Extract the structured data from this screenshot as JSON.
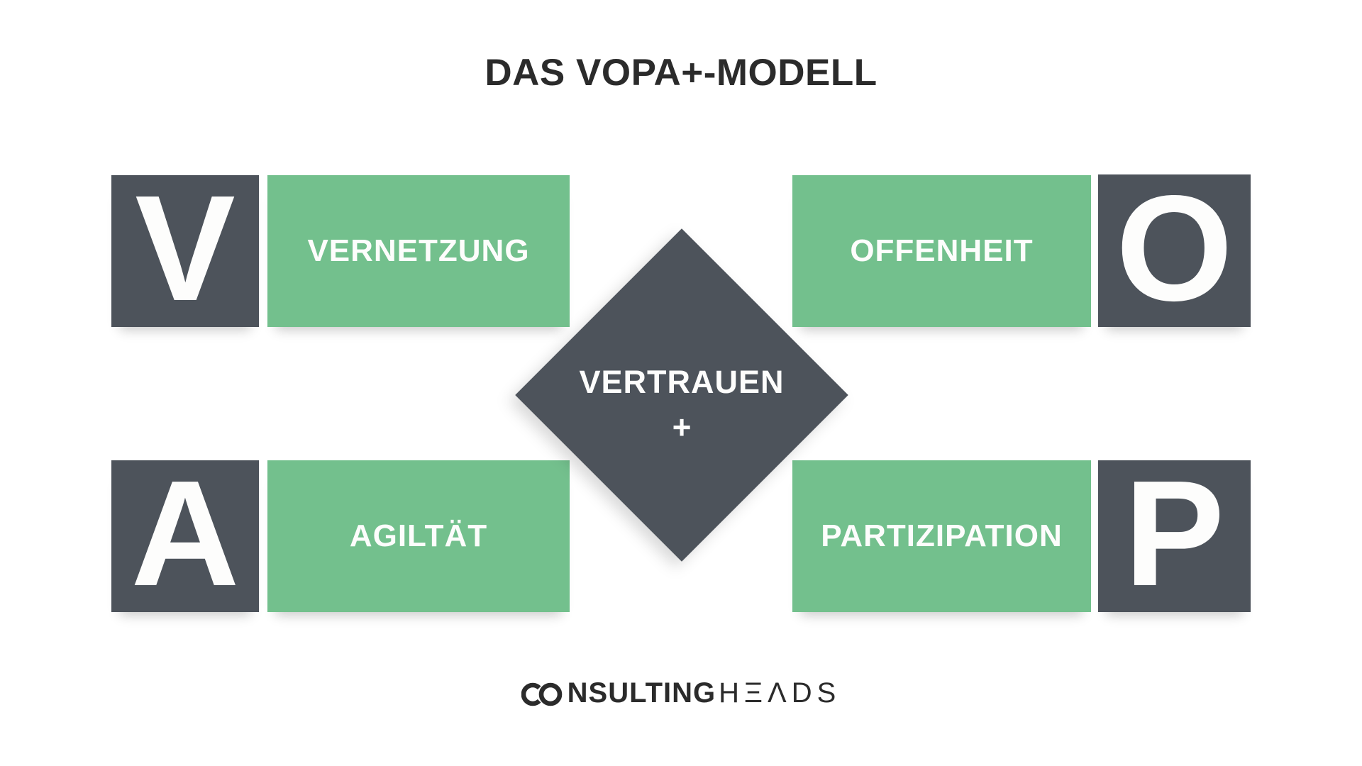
{
  "title": "DAS VOPA+-MODELL",
  "colors": {
    "green": "#73c08d",
    "dark_slate": "#4d535b",
    "ink": "#2b2b2b",
    "white_text": "#fdfdfc",
    "background": "#ffffff"
  },
  "model": {
    "center_diamond": {
      "line1": "VERTRAUEN",
      "line2": "+"
    },
    "quadrants": [
      {
        "letter": "V",
        "label": "VERNETZUNG",
        "position": "top-left"
      },
      {
        "letter": "O",
        "label": "OFFENHEIT",
        "position": "top-right"
      },
      {
        "letter": "A",
        "label": "AGILTÄT",
        "position": "bottom-left"
      },
      {
        "letter": "P",
        "label": "PARTIZIPATION",
        "position": "bottom-right"
      }
    ]
  },
  "footer": {
    "logo": {
      "brand": "CONSULTINGHEADS",
      "mark_icon": "co-infinity-mark",
      "bold_text": "NSULTING",
      "light_text": "HΞΛDS"
    }
  }
}
